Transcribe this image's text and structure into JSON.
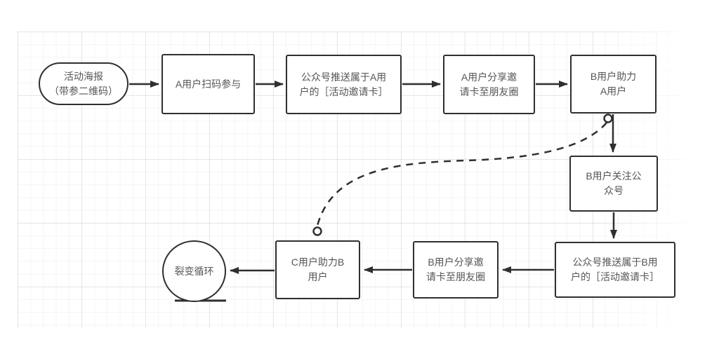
{
  "diagram_type": "flowchart",
  "nodes": [
    {
      "id": "activity-poster",
      "shape": "stadium",
      "label": "活动海报\n（带参二维码）"
    },
    {
      "id": "user-a-scan",
      "shape": "rectangle",
      "label": "A用户扫码参与"
    },
    {
      "id": "push-card-user-a",
      "shape": "rectangle",
      "label": "公众号推送属于A用\n户的［活动邀请卡］"
    },
    {
      "id": "a-share-moments",
      "shape": "rectangle",
      "label": "A用户分享邀\n请卡至朋友圈"
    },
    {
      "id": "b-assist-a",
      "shape": "rectangle",
      "label": "B用户助力\nA用户"
    },
    {
      "id": "b-follow-account",
      "shape": "rectangle",
      "label": "B用户关注公\n众号"
    },
    {
      "id": "push-card-user-b",
      "shape": "rectangle",
      "label": "公众号推送属于B用\n户的［活动邀请卡］"
    },
    {
      "id": "b-share-moments",
      "shape": "rectangle",
      "label": "B用户分享邀\n请卡至朋友圈"
    },
    {
      "id": "c-assist-b",
      "shape": "rectangle",
      "label": "C用户助力B\n用户"
    },
    {
      "id": "fission-loop",
      "shape": "circle",
      "label": "裂变循环"
    }
  ],
  "edges": [
    {
      "from": "activity-poster",
      "to": "user-a-scan",
      "style": "solid-arrow"
    },
    {
      "from": "user-a-scan",
      "to": "push-card-user-a",
      "style": "solid-arrow"
    },
    {
      "from": "push-card-user-a",
      "to": "a-share-moments",
      "style": "solid-arrow"
    },
    {
      "from": "a-share-moments",
      "to": "b-assist-a",
      "style": "solid-arrow"
    },
    {
      "from": "b-assist-a",
      "to": "b-follow-account",
      "style": "solid-arrow"
    },
    {
      "from": "b-follow-account",
      "to": "push-card-user-b",
      "style": "solid-arrow"
    },
    {
      "from": "push-card-user-b",
      "to": "b-share-moments",
      "style": "solid-arrow"
    },
    {
      "from": "b-share-moments",
      "to": "c-assist-b",
      "style": "solid-arrow"
    },
    {
      "from": "c-assist-b",
      "to": "fission-loop",
      "style": "solid-arrow"
    },
    {
      "from": "b-assist-a",
      "to": "c-assist-b",
      "style": "dashed-curve-open-circle-ends"
    }
  ],
  "colors": {
    "background": "#ffffff",
    "shape_border": "#2f2f2f",
    "shape_fill": "#ffffff",
    "text": "#555555",
    "connector": "#2f2f2f",
    "grid_minor": "#f1f1f3",
    "grid_major": "#e4e4e8"
  }
}
